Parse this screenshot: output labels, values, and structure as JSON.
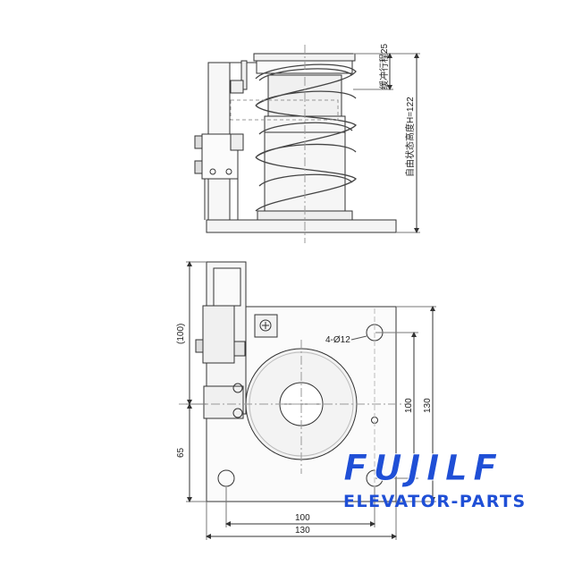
{
  "side_view": {
    "stroke_label": "缓冲行程25",
    "free_height_label": "自由状态高度H=122"
  },
  "top_view": {
    "hole_label": "4-Ø12",
    "dim_left_upper": "(100)",
    "dim_left_lower": "65",
    "dim_right_inner": "100",
    "dim_right_outer": "130",
    "dim_bottom_inner": "100",
    "dim_bottom_outer": "130"
  },
  "brand": {
    "logo": "FUJILF",
    "tagline": "ELEVATOR-PARTS",
    "logo_color": "#1f4fd6",
    "tagline_color": "#1f4fd6"
  },
  "colors": {
    "line": "#333333",
    "hidden": "#8a8a8a",
    "background": "#ffffff"
  }
}
